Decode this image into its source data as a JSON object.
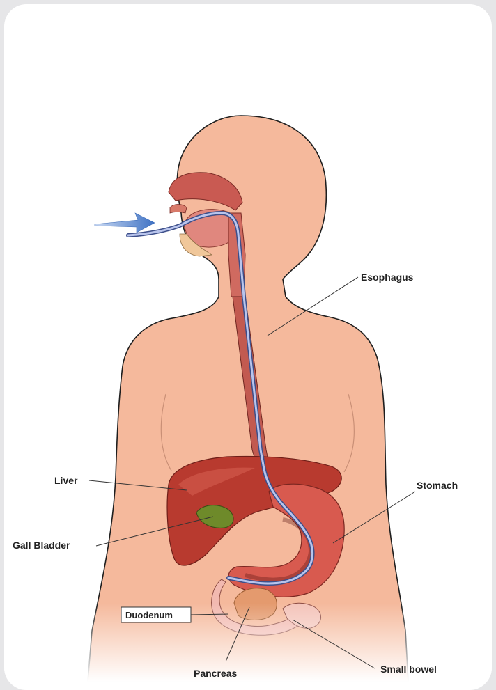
{
  "labels": {
    "esophagus": "Esophagus",
    "liver": "Liver",
    "stomach": "Stomach",
    "gall_bladder": "Gall Bladder",
    "duodenum": "Duodenum",
    "pancreas": "Pancreas",
    "small_bowel": "Small bowel"
  },
  "colors": {
    "background": "#e6e6e8",
    "card": "#ffffff",
    "skin": "#f5b99c",
    "liver": "#b83a2f",
    "gall_bladder": "#6e8a2a",
    "stomach": "#d85a4f",
    "tube": "#a9b7e0",
    "arrow": "#4a7fd0"
  }
}
